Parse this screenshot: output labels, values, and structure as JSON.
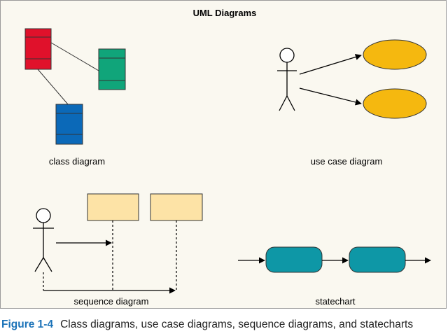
{
  "title": "UML Diagrams",
  "captions": {
    "class": "class diagram",
    "use_case": "use case diagram",
    "sequence": "sequence diagram",
    "state": "statechart"
  },
  "figure": {
    "label": "Figure 1-4",
    "text": "Class diagrams, use case diagrams, sequence diagrams, and statecharts"
  },
  "colors": {
    "class_red": "#e0112b",
    "class_green": "#10a57a",
    "class_blue": "#0b69b8",
    "use_case_yellow": "#f5b80f",
    "sequence_box": "#fde3a6",
    "state_teal": "#0e97a6",
    "figure_label": "#1a72b8"
  }
}
